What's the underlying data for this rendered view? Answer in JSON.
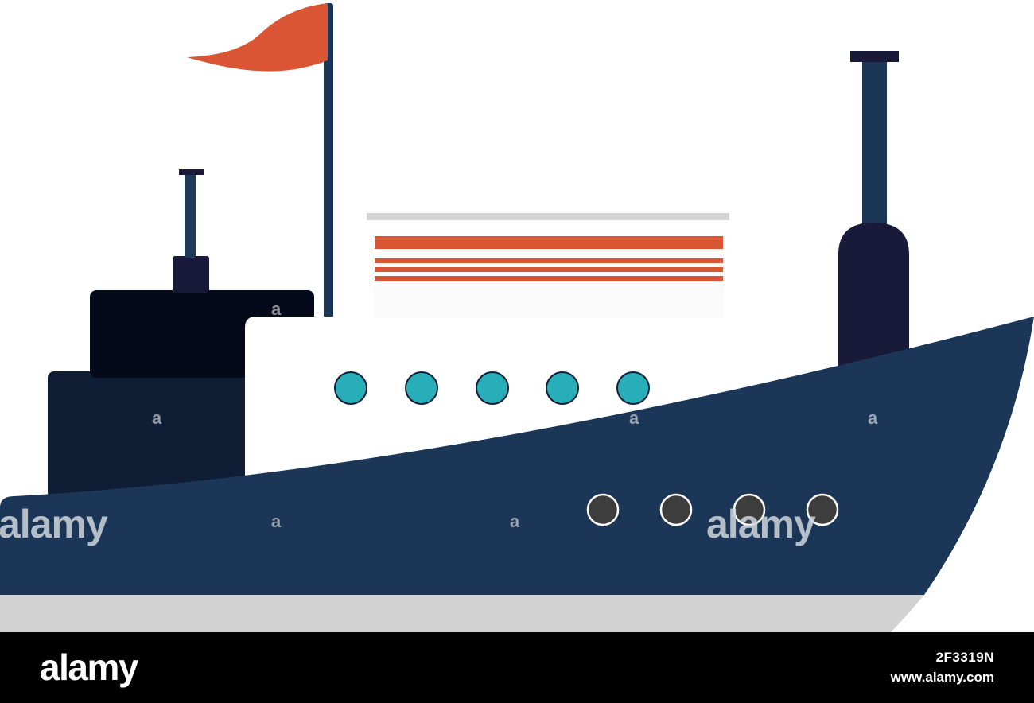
{
  "watermark": {
    "brand": "alamy",
    "mark": "a"
  },
  "footer": {
    "logo": "alamy",
    "image_id": "2F3319N",
    "site": "www.alamy.com"
  },
  "colors": {
    "hull": "#1b3656",
    "hull_stripe": "#d2d2d2",
    "cabin_white": "#ffffff",
    "rear_tower_top": "#050a1a",
    "rear_tower_lower": "#0f1e35",
    "funnel": "#19193a",
    "flag": "#d95534",
    "window_teal": "#27aeb8",
    "porthole": "#3d3d3d",
    "stripe_red": "#d95534",
    "deck_rail": "#d4d4d4"
  },
  "icons": {
    "ship": "ship-illustration",
    "flag": "flag-icon"
  }
}
